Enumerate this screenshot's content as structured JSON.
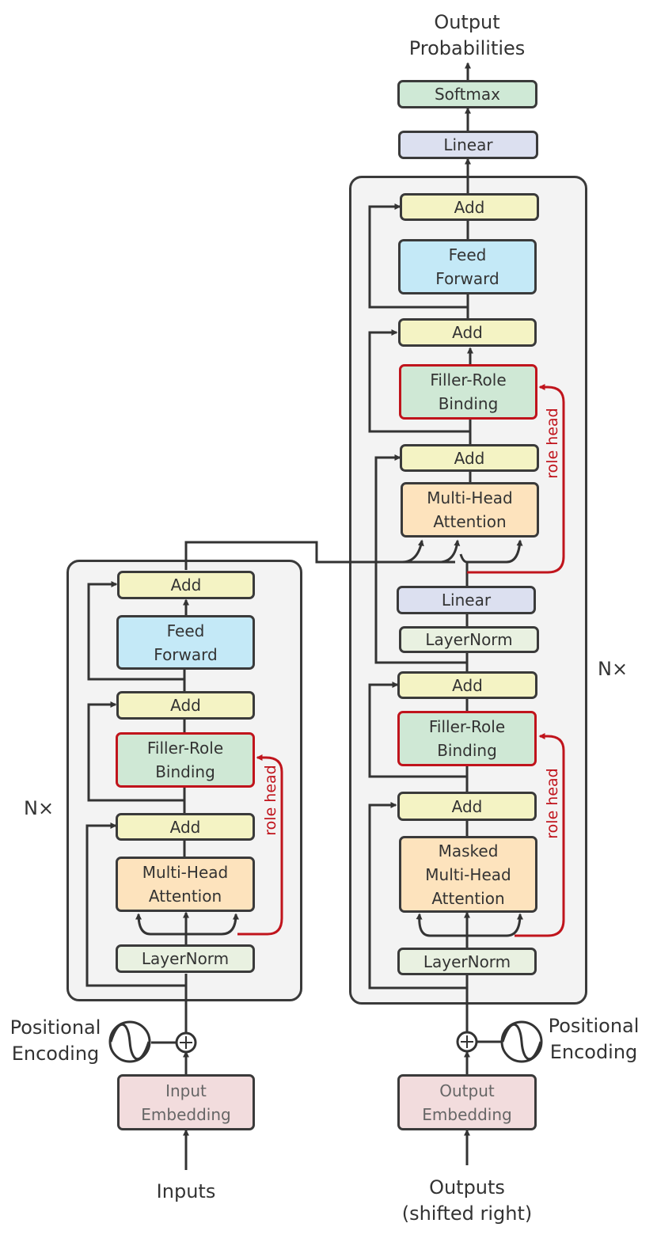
{
  "labels": {
    "output_probabilities": "Output\nProbabilities",
    "nx_encoder": "N×",
    "nx_decoder": "N×",
    "pos_enc_left": "Positional\nEncoding",
    "pos_enc_right": "Positional\nEncoding",
    "inputs": "Inputs",
    "outputs": "Outputs\n(shifted right)",
    "role_head": "role head"
  },
  "encoder": {
    "add_ffn": "Add",
    "feed_forward": "Feed\nForward",
    "add_binding": "Add",
    "filler_role_binding": "Filler-Role\nBinding",
    "add_attn": "Add",
    "multi_head_attention": "Multi-Head\nAttention",
    "layernorm": "LayerNorm",
    "input_embedding": "Input\nEmbedding"
  },
  "decoder": {
    "softmax": "Softmax",
    "linear_top": "Linear",
    "add_ffn": "Add",
    "feed_forward": "Feed\nForward",
    "add_binding2": "Add",
    "filler_role_binding2": "Filler-Role\nBinding",
    "add_cross": "Add",
    "multi_head_attention": "Multi-Head\nAttention",
    "linear_mid": "Linear",
    "layernorm_mid": "LayerNorm",
    "add_binding1": "Add",
    "filler_role_binding1": "Filler-Role\nBinding",
    "add_masked": "Add",
    "masked_attention": "Masked\nMulti-Head\nAttention",
    "layernorm_bottom": "LayerNorm",
    "output_embedding": "Output\nEmbedding"
  },
  "colors": {
    "add": "#f4f3c4",
    "feed_forward": "#c4e9f7",
    "filler_role_binding": "#cfe8d5",
    "attention": "#fde3bd",
    "layernorm": "#e9f1e1",
    "linear": "#dce0f0",
    "softmax": "#cfe9d6",
    "embedding": "#f2dcdd",
    "role_head": "#c0141c",
    "wire": "#333333"
  }
}
